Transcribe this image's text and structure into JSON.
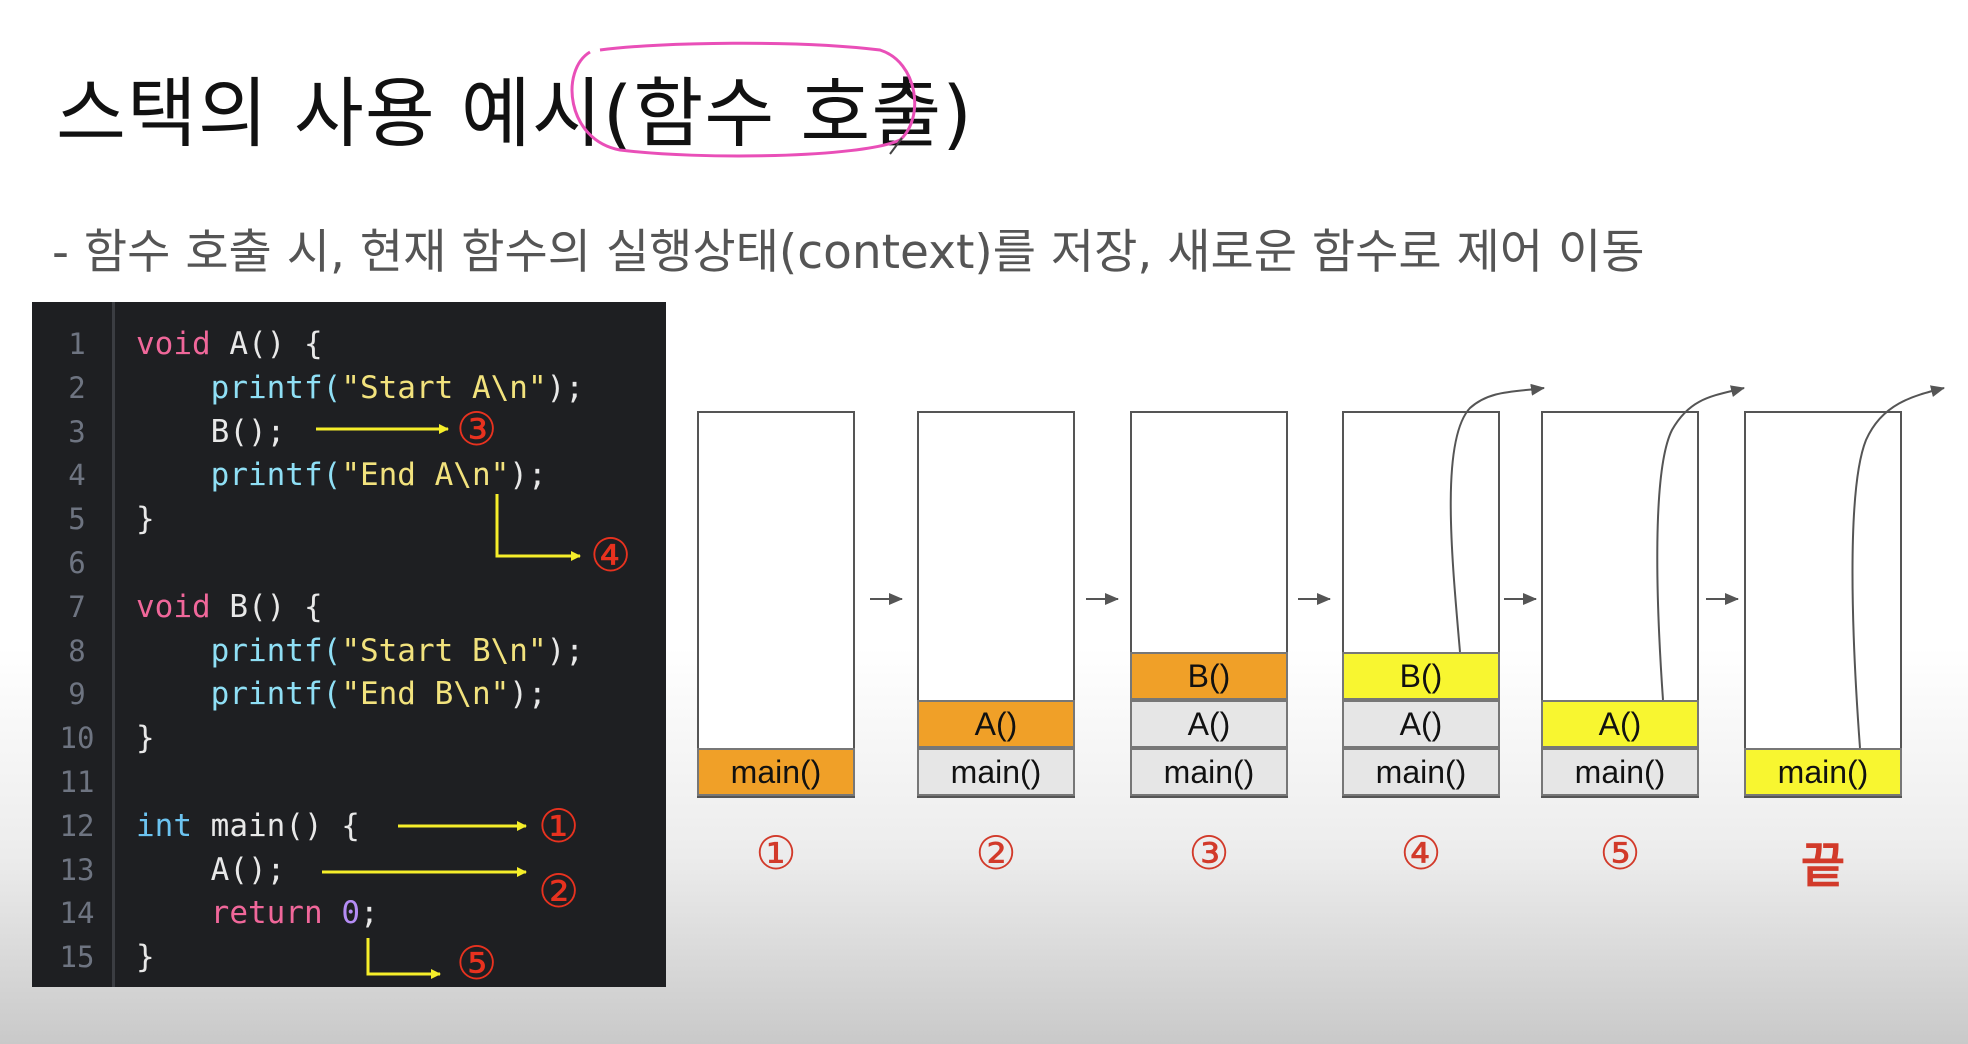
{
  "title": {
    "main": "스택의 사용 예시",
    "paren_open": "(",
    "highlight": "함수 호출",
    "paren_close": ")"
  },
  "subtitle": "- 함수 호출 시, 현재 함수의 실행상태(context)를 저장, 새로운 함수로 제어 이동",
  "code": {
    "line_numbers": [
      "1",
      "2",
      "3",
      "4",
      "5",
      "6",
      "7",
      "8",
      "9",
      "10",
      "11",
      "12",
      "13",
      "14",
      "15"
    ],
    "lines": [
      [
        "void",
        " A() {"
      ],
      [
        "    printf(",
        "\"Start A\\n\"",
        ");"
      ],
      [
        "    B();"
      ],
      [
        "    printf(",
        "\"End A\\n\"",
        ");"
      ],
      [
        "}"
      ],
      [
        ""
      ],
      [
        "void",
        " B() {"
      ],
      [
        "    printf(",
        "\"Start B\\n\"",
        ");"
      ],
      [
        "    printf(",
        "\"End B\\n\"",
        ");"
      ],
      [
        "}"
      ],
      [
        ""
      ],
      [
        "int",
        " main() {"
      ],
      [
        "    A();"
      ],
      [
        "    return ",
        "0",
        ";"
      ],
      [
        "}"
      ]
    ]
  },
  "code_badges": {
    "b3": "③",
    "b4": "④",
    "b1": "①",
    "b2": "②",
    "b5": "⑤"
  },
  "stacks": [
    {
      "label": "①",
      "frames": [
        {
          "text": "main()",
          "color": "orange"
        }
      ]
    },
    {
      "label": "②",
      "frames": [
        {
          "text": "main()",
          "color": "gray"
        },
        {
          "text": "A()",
          "color": "orange"
        }
      ]
    },
    {
      "label": "③",
      "frames": [
        {
          "text": "main()",
          "color": "gray"
        },
        {
          "text": "A()",
          "color": "gray"
        },
        {
          "text": "B()",
          "color": "orange"
        }
      ]
    },
    {
      "label": "④",
      "frames": [
        {
          "text": "main()",
          "color": "gray"
        },
        {
          "text": "A()",
          "color": "gray"
        },
        {
          "text": "B()",
          "color": "yellow"
        }
      ]
    },
    {
      "label": "⑤",
      "frames": [
        {
          "text": "main()",
          "color": "gray"
        },
        {
          "text": "A()",
          "color": "yellow"
        }
      ]
    },
    {
      "label": "끝",
      "frames": [
        {
          "text": "main()",
          "color": "yellow"
        }
      ]
    }
  ],
  "colors": {
    "orange": "#f0a028",
    "yellow": "#f8f630",
    "gray": "#e6e6e6",
    "red": "#e8321f",
    "code_bg": "#1e1f22",
    "annotation": "#e94fb8"
  }
}
